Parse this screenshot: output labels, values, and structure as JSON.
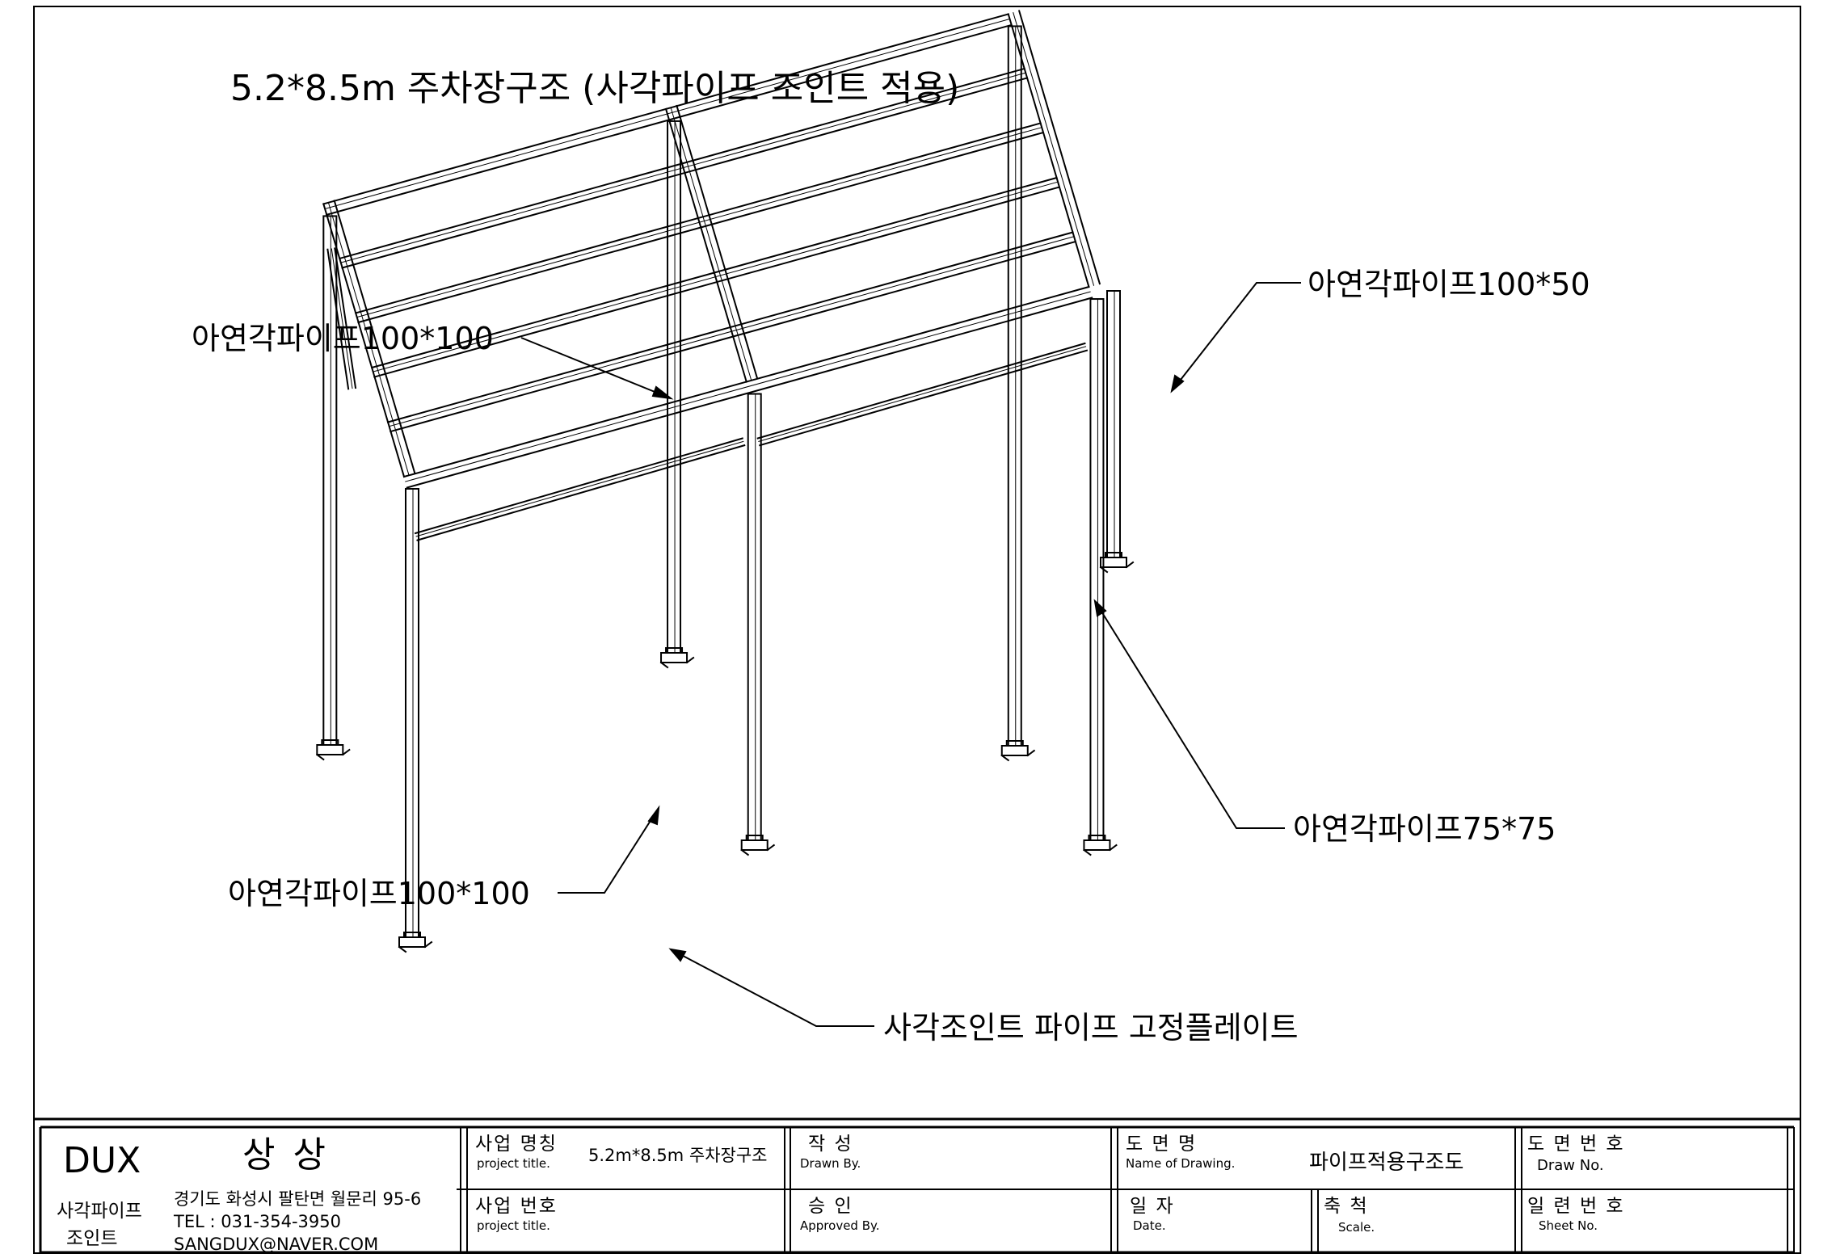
{
  "drawing_title": "5.2*8.5m 주차장구조  (사각파이프 조인트 적용)",
  "callouts": {
    "top_left_pipe": "아연각파이프100*100",
    "top_right_pipe": "아연각파이프100*50",
    "right_lower_pipe": "아연각파이프75*75",
    "bottom_left_pipe": "아연각파이프100*100",
    "base_plate": "사각조인트 파이프 고정플레이트"
  },
  "title_block": {
    "brand": "DUX",
    "company_name": "상 상",
    "product_line1": "사각파이프",
    "product_line2": "조인트",
    "address": "경기도 화성시 팔탄면 월문리 95-6",
    "tel": "TEL : 031-354-3950",
    "email": "SANGDUX@NAVER.COM",
    "project_name_label": "사업 명칭",
    "project_name_sub": "project title.",
    "project_name_value": "5.2m*8.5m 주차장구조",
    "project_no_label": "사업 번호",
    "project_no_sub": "project title.",
    "drawn_label": "작  성",
    "drawn_sub": "Drawn By.",
    "approved_label": "승  인",
    "approved_sub": "Approved By.",
    "drawing_name_label": "도  면  명",
    "drawing_name_sub": "Name of Drawing.",
    "drawing_name_value": "파이프적용구조도",
    "date_label": "일  자",
    "date_sub": "Date.",
    "scale_label": "축  척",
    "scale_sub": "Scale.",
    "drawing_no_label": "도 면 번 호",
    "drawing_no_sub": "Draw No.",
    "sheet_no_label": "일 련 번 호",
    "sheet_no_sub": "Sheet No."
  }
}
